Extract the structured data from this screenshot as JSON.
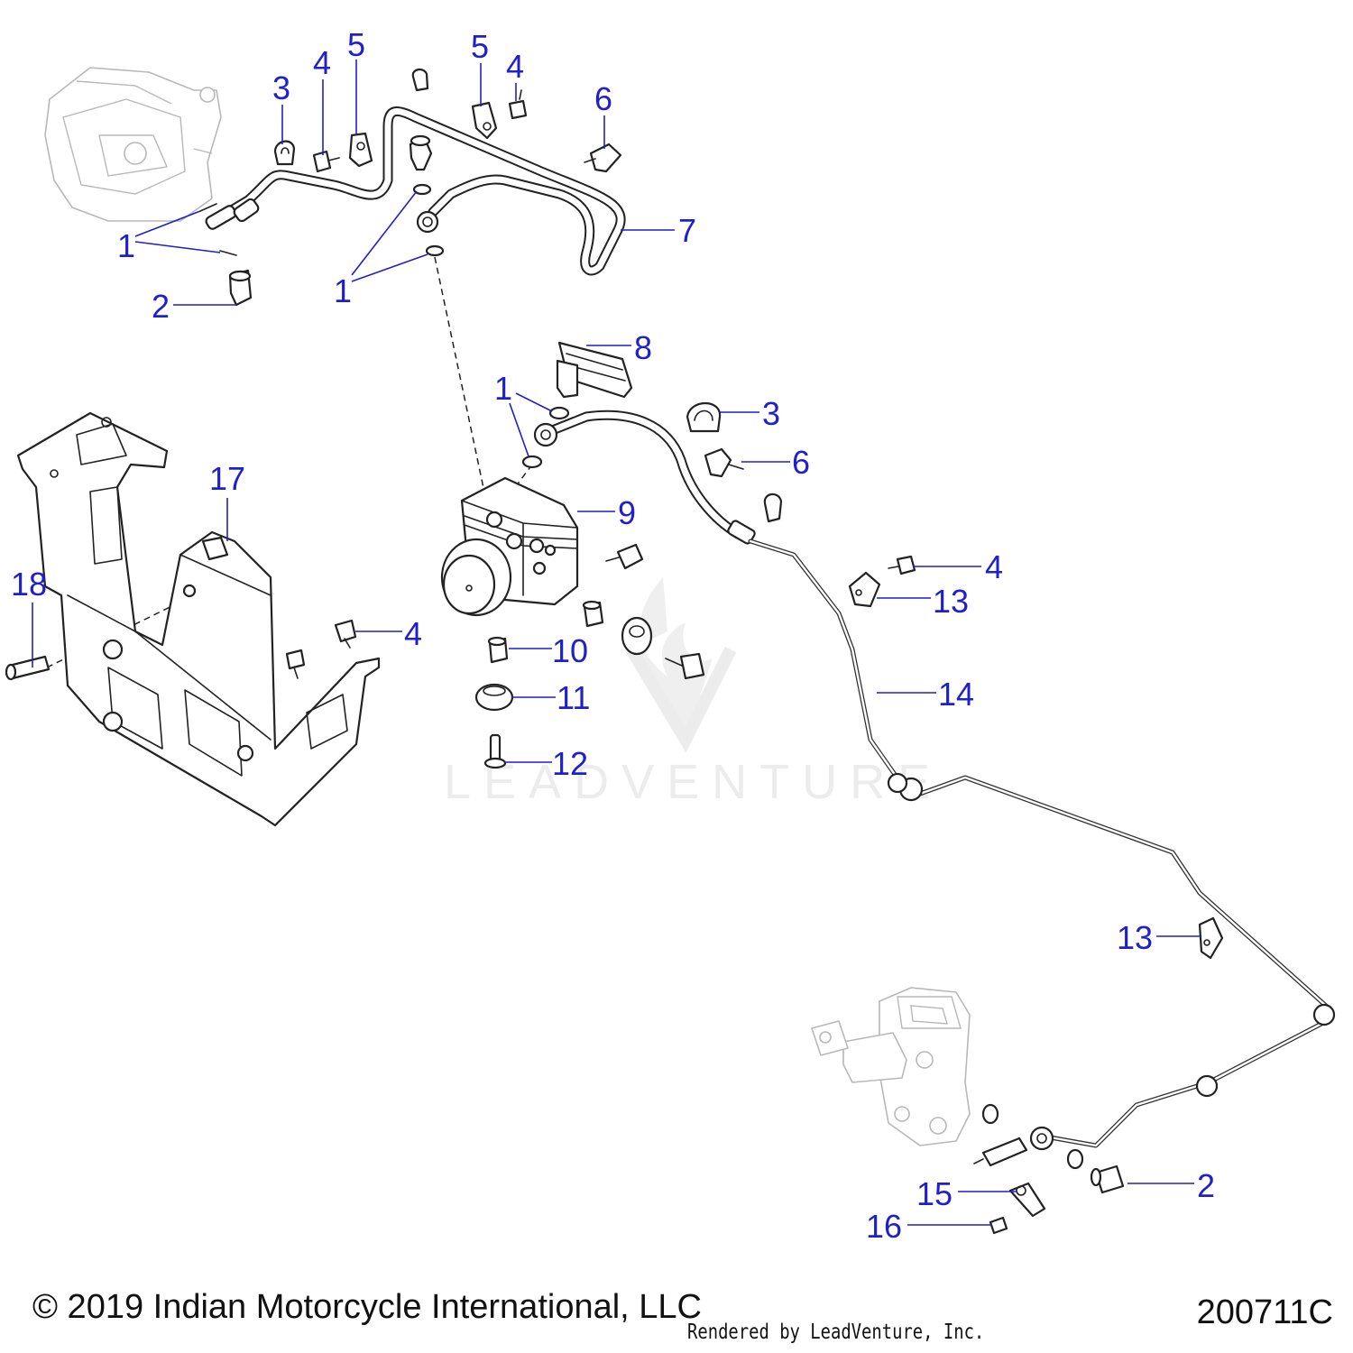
{
  "callouts": [
    {
      "id": "c1",
      "label": "1"
    },
    {
      "id": "c2",
      "label": "1"
    },
    {
      "id": "c3",
      "label": "1"
    },
    {
      "id": "c4",
      "label": "2"
    },
    {
      "id": "c5",
      "label": "2"
    },
    {
      "id": "c6",
      "label": "3"
    },
    {
      "id": "c7",
      "label": "3"
    },
    {
      "id": "c8",
      "label": "4"
    },
    {
      "id": "c9",
      "label": "4"
    },
    {
      "id": "c10",
      "label": "4"
    },
    {
      "id": "c11",
      "label": "4"
    },
    {
      "id": "c12",
      "label": "5"
    },
    {
      "id": "c13",
      "label": "5"
    },
    {
      "id": "c14",
      "label": "6"
    },
    {
      "id": "c15",
      "label": "6"
    },
    {
      "id": "c16",
      "label": "7"
    },
    {
      "id": "c17",
      "label": "8"
    },
    {
      "id": "c18",
      "label": "9"
    },
    {
      "id": "c19",
      "label": "10"
    },
    {
      "id": "c20",
      "label": "11"
    },
    {
      "id": "c21",
      "label": "12"
    },
    {
      "id": "c22",
      "label": "13"
    },
    {
      "id": "c23",
      "label": "13"
    },
    {
      "id": "c24",
      "label": "14"
    },
    {
      "id": "c25",
      "label": "15"
    },
    {
      "id": "c26",
      "label": "16"
    },
    {
      "id": "c27",
      "label": "17"
    },
    {
      "id": "c28",
      "label": "18"
    }
  ],
  "watermark": {
    "text": "LEADVENTURE"
  },
  "footer": {
    "copyright": "© 2019 Indian Motorcycle International, LLC",
    "rendered_by": "Rendered by LeadVenture, Inc.",
    "diagram_code": "200711C"
  },
  "colors": {
    "callout": "#1f1fcc",
    "line_art": "#222222",
    "ghost_part": "#b8b8b8"
  }
}
